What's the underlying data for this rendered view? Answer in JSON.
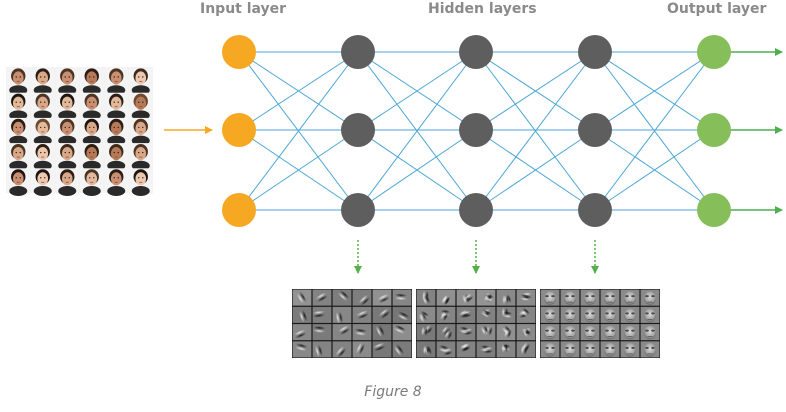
{
  "labels": {
    "input": "Input layer",
    "hidden": "Hidden layers",
    "output": "Output layer"
  },
  "caption": "Figure 8",
  "colors": {
    "input_node": "#F7A823",
    "hidden_node": "#5E5E5E",
    "output_node": "#86BE5A",
    "edge": "#4BA6D6",
    "arrow_in": "#F7A823",
    "arrow_out": "#4FAF4F",
    "feature_arrow": "#55B04A",
    "label_text": "#8a8a8a"
  },
  "network": {
    "layers": [
      {
        "kind": "input",
        "nodes": 3
      },
      {
        "kind": "hidden",
        "nodes": 3
      },
      {
        "kind": "hidden",
        "nodes": 3
      },
      {
        "kind": "hidden",
        "nodes": 3
      },
      {
        "kind": "output",
        "nodes": 3
      }
    ]
  },
  "face_grid": {
    "rows": 5,
    "cols": 6
  },
  "feature_panels": [
    {
      "kind": "edges",
      "rows": 4,
      "cols": 6
    },
    {
      "kind": "parts",
      "rows": 4,
      "cols": 6
    },
    {
      "kind": "faces",
      "rows": 4,
      "cols": 6
    }
  ]
}
